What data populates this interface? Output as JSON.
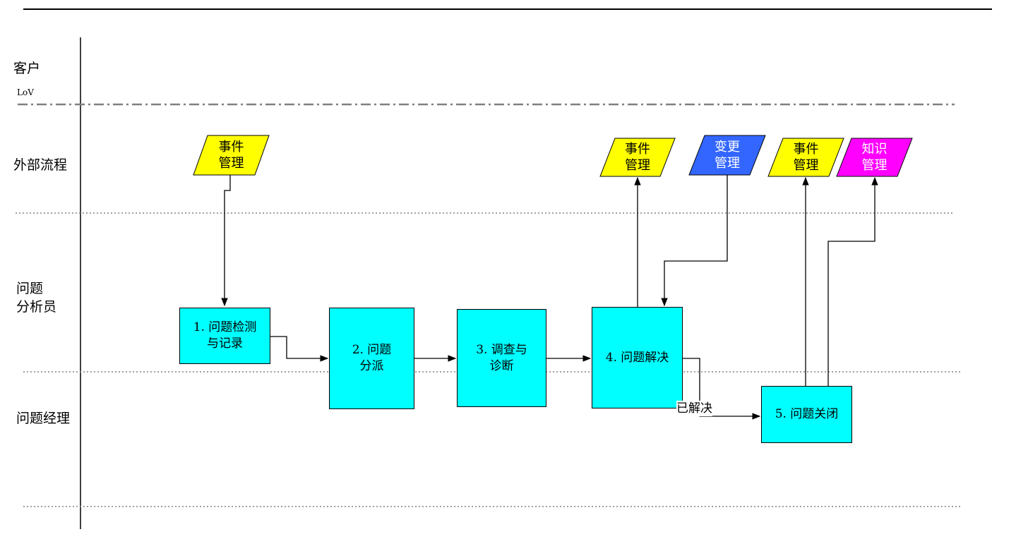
{
  "lanes": {
    "customer": "客户",
    "lov": "LoV",
    "external": "外部流程",
    "analyst": "问题\n分析员",
    "manager": "问题经理"
  },
  "process": {
    "step1": "1. 问题检测\n与记录",
    "step2": "2. 问题\n分派",
    "step3": "3.  调查与\n诊断",
    "step4": "4. 问题解决",
    "step5": "5. 问题关闭"
  },
  "external_processes": {
    "incident_1": "事件\n管理",
    "incident_2": "事件\n管理",
    "change": "变更\n管理",
    "incident_3": "事件\n管理",
    "knowledge": "知识\n管理"
  },
  "edges": {
    "resolved": "已解决"
  },
  "colors": {
    "process_fill": "#00ffff",
    "incident_fill": "#ffff00",
    "change_fill": "#3366ff",
    "knowledge_fill": "#ff00ff"
  }
}
